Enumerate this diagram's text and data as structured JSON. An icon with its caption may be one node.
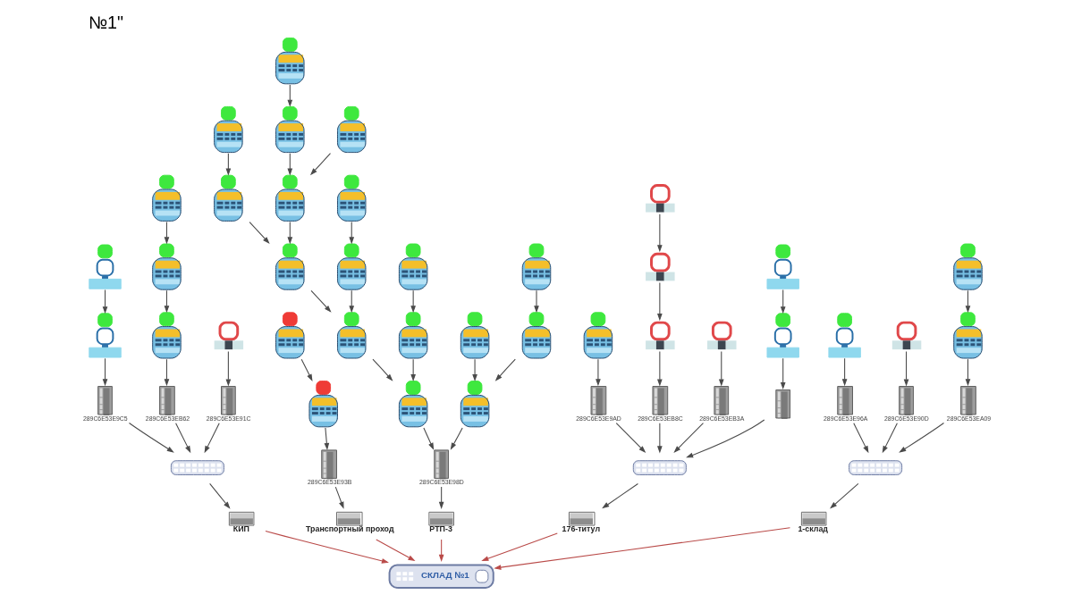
{
  "diagram": {
    "title": "№1\"",
    "nodes": [
      {
        "text": [],
        "shape": "picture"
      },
      {
        "text": [],
        "shape": "picture"
      },
      {
        "text": [
          "289C6E53EA09"
        ]
      },
      {
        "text": [
          "289C6E53E96A"
        ]
      },
      {
        "text": [],
        "shape": "picture"
      },
      {
        "text": [
          "289C6E53E9C5"
        ]
      },
      {
        "text": [],
        "shape": "picture"
      },
      {
        "text": [],
        "shape": "picture"
      },
      {
        "text": [
          "КИП"
        ]
      },
      {
        "text": [],
        "shape": "picture"
      },
      {
        "text": [],
        "shape": "picture"
      },
      {
        "text": [
          "289C6E53E90D"
        ]
      },
      {
        "text": [],
        "shape": "picture"
      },
      {
        "text": [
          "1-склад"
        ]
      },
      {
        "text": [
          "289C6E53EB62"
        ]
      },
      {
        "text": [],
        "shape": "picture"
      },
      {
        "text": [],
        "shape": "picture"
      },
      {
        "text": [],
        "shape": "picture"
      },
      {
        "text": [],
        "shape": "picture"
      },
      {
        "text": [],
        "shape": "picture"
      },
      {
        "text": [
          "289C6E53E93B"
        ]
      },
      {
        "text": [
          "Транспортный проход"
        ]
      },
      {
        "text": [
          "289C6E53E91C"
        ]
      },
      {
        "text": [],
        "shape": "picture"
      },
      {
        "text": [],
        "shape": "picture"
      },
      {
        "text": [
          "СКЛАД №1"
        ]
      },
      {
        "text": [],
        "shape": "picture"
      },
      {
        "text": [
          "289C6E53E9AD"
        ]
      },
      {
        "text": [
          "РТП-3"
        ]
      },
      {
        "text": [
          "289C6E53E98D"
        ]
      },
      {
        "text": [],
        "shape": "picture"
      },
      {
        "text": [],
        "shape": "picture"
      },
      {
        "text": [],
        "shape": "picture"
      },
      {
        "text": [],
        "shape": "picture"
      },
      {
        "text": [],
        "shape": "picture"
      },
      {
        "text": [
          "176-титул"
        ]
      },
      {
        "text": [],
        "shape": "picture"
      },
      {
        "text": [],
        "shape": "picture"
      },
      {
        "text": [
          "289C6E53EB8C"
        ]
      },
      {
        "text": [],
        "shape": "picture"
      },
      {
        "text": [],
        "shape": "picture"
      },
      {
        "text": [],
        "shape": "picture"
      },
      {
        "text": [],
        "shape": "picture"
      },
      {
        "text": [],
        "shape": "picture"
      },
      {
        "text": [],
        "shape": "picture"
      },
      {
        "text": [],
        "shape": "picture"
      },
      {
        "text": [],
        "shape": "picture"
      },
      {
        "text": [
          "289C6E53EB3A"
        ]
      },
      {
        "text": [],
        "shape": "picture"
      },
      {
        "text": [],
        "shape": "picture"
      },
      {
        "text": [],
        "shape": "picture"
      },
      {
        "text": [],
        "shape": "picture"
      },
      {
        "text": [],
        "shape": "picture"
      },
      {
        "text": [],
        "shape": "picture"
      },
      {
        "text": [],
        "shape": "picture"
      },
      {
        "text": [],
        "shape": "picture"
      },
      {
        "text": [],
        "shape": "picture"
      }
    ],
    "edges": [
      {
        "from": 0,
        "to": 1,
        "arrow": "to"
      },
      {
        "from": 1,
        "to": 2,
        "arrow": "to"
      },
      {
        "from": 2,
        "to": 12,
        "arrow": "to"
      },
      {
        "from": 4,
        "to": 3,
        "arrow": "to"
      },
      {
        "from": 3,
        "to": 12,
        "arrow": "to"
      },
      {
        "from": 9,
        "to": 8,
        "arrow": "to"
      },
      {
        "from": 8,
        "to": 25,
        "arrow": "to",
        "color": "#b94a48"
      },
      {
        "from": 7,
        "to": 6,
        "arrow": "to"
      },
      {
        "from": 6,
        "to": 5,
        "arrow": "to"
      },
      {
        "from": 5,
        "to": 9,
        "arrow": "to"
      },
      {
        "from": 10,
        "to": 11,
        "arrow": "to"
      },
      {
        "from": 11,
        "to": 12,
        "arrow": "to"
      },
      {
        "from": 12,
        "to": 13,
        "arrow": "to"
      },
      {
        "from": 13,
        "to": 25,
        "arrow": "to",
        "color": "#b94a48"
      },
      {
        "from": 17,
        "to": 16,
        "arrow": "to"
      },
      {
        "from": 16,
        "to": 15,
        "arrow": "to"
      },
      {
        "from": 15,
        "to": 14,
        "arrow": "to"
      },
      {
        "from": 14,
        "to": 9,
        "arrow": "to"
      },
      {
        "from": 18,
        "to": 19,
        "arrow": "to"
      },
      {
        "from": 19,
        "to": 20,
        "arrow": "to"
      },
      {
        "from": 20,
        "to": 21,
        "arrow": "to"
      },
      {
        "from": 21,
        "to": 25,
        "arrow": "to",
        "color": "#b94a48"
      },
      {
        "from": 23,
        "to": 22,
        "arrow": "to"
      },
      {
        "from": 22,
        "to": 9,
        "arrow": "to"
      },
      {
        "from": 24,
        "to": 33,
        "arrow": "to"
      },
      {
        "from": 26,
        "to": 27,
        "arrow": "to"
      },
      {
        "from": 27,
        "to": 34,
        "arrow": "to"
      },
      {
        "from": 28,
        "to": 25,
        "arrow": "to",
        "color": "#b94a48"
      },
      {
        "from": 29,
        "to": 28,
        "arrow": "to"
      },
      {
        "from": 30,
        "to": 29,
        "arrow": "to"
      },
      {
        "from": 31,
        "to": 30,
        "arrow": "to"
      },
      {
        "from": 32,
        "to": 31,
        "arrow": "to"
      },
      {
        "from": 33,
        "to": 32,
        "arrow": "to"
      },
      {
        "from": 34,
        "to": 35,
        "arrow": "to"
      },
      {
        "from": 35,
        "to": 25,
        "arrow": "to",
        "color": "#b94a48"
      },
      {
        "from": 36,
        "to": 37,
        "arrow": "to"
      },
      {
        "from": 37,
        "to": 38,
        "arrow": "to"
      },
      {
        "from": 38,
        "to": 34,
        "arrow": "to"
      },
      {
        "from": 39,
        "to": 40,
        "arrow": "to"
      },
      {
        "from": 40,
        "to": 29,
        "arrow": "to"
      },
      {
        "from": 41,
        "to": 30,
        "arrow": "to"
      },
      {
        "from": 42,
        "to": 31,
        "arrow": "to"
      },
      {
        "from": 43,
        "to": 32,
        "arrow": "to"
      },
      {
        "from": 44,
        "to": 33,
        "arrow": "to"
      },
      {
        "from": 45,
        "to": 36,
        "arrow": "to"
      },
      {
        "from": 46,
        "to": 47,
        "arrow": "to"
      },
      {
        "from": 47,
        "to": 34,
        "arrow": "to"
      },
      {
        "from": 48,
        "to": 49,
        "arrow": "to"
      },
      {
        "from": 49,
        "to": 40,
        "arrow": "to"
      },
      {
        "from": 50,
        "to": 41,
        "arrow": "to"
      },
      {
        "from": 51,
        "to": 42,
        "arrow": "to"
      },
      {
        "from": 52,
        "to": 43,
        "arrow": "to"
      },
      {
        "from": 53,
        "to": 44,
        "arrow": "to"
      },
      {
        "from": 54,
        "to": 55,
        "arrow": "to"
      },
      {
        "from": 55,
        "to": 56,
        "arrow": "to"
      },
      {
        "from": 56,
        "to": 34,
        "arrow": "to"
      }
    ]
  }
}
